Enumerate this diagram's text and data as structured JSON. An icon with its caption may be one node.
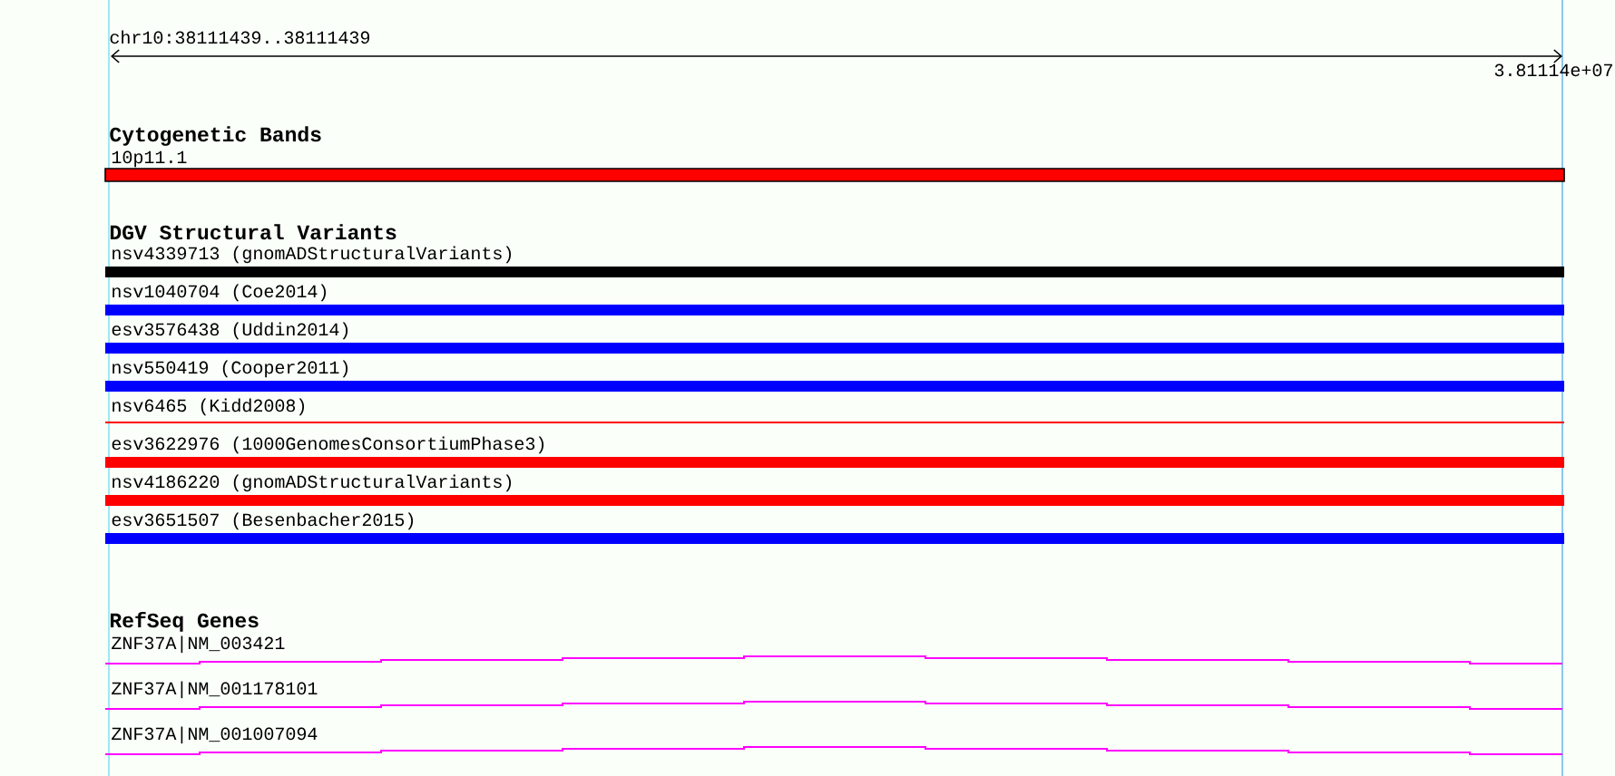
{
  "diagram": {
    "nodes": [
      {
        "text": [
          "10p11.1"
        ]
      },
      {
        "text": [
          "nsv4339713 (gnomADStructuralVariants)"
        ]
      },
      {
        "text": [
          "nsv1040704 (Coe2014)"
        ]
      },
      {
        "text": [
          "esv3576438 (Uddin2014)"
        ]
      },
      {
        "text": [
          "nsv550419 (Cooper2011)"
        ]
      },
      {
        "text": [
          "nsv6465 (Kidd2008)"
        ]
      },
      {
        "text": [
          "esv3622976 (1000GenomesConsortiumPhase3)"
        ]
      },
      {
        "text": [
          "nsv4186220 (gnomADStructuralVariants)"
        ]
      },
      {
        "text": [
          "esv3651507 (Besenbacher2015)"
        ]
      },
      {
        "text": [
          "ZNF37A|NM_003421"
        ]
      },
      {
        "text": [
          "ZNF37A|NM_001178101"
        ]
      },
      {
        "text": [
          "ZNF37A|NM_001007094"
        ]
      }
    ],
    "labels": [
      "chr10:38111439..38111439",
      "3.81114e+07",
      "Cytogenetic Bands",
      "DGV Structural Variants",
      "RefSeq Genes"
    ]
  }
}
